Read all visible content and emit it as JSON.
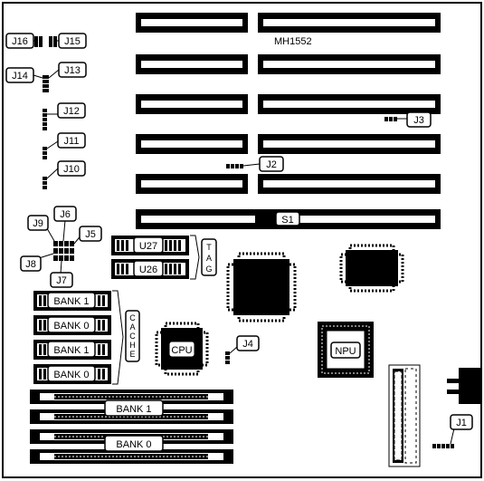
{
  "board": {
    "model": "MH1552",
    "connector_s1": "S1",
    "jumpers": {
      "j1": "J1",
      "j2": "J2",
      "j3": "J3",
      "j4": "J4",
      "j5": "J5",
      "j6": "J6",
      "j7": "J7",
      "j8": "J8",
      "j9": "J9",
      "j10": "J10",
      "j11": "J11",
      "j12": "J12",
      "j13": "J13",
      "j14": "J14",
      "j15": "J15",
      "j16": "J16"
    },
    "chips": {
      "u27": "U27",
      "u26": "U26",
      "tag_letters": [
        "T",
        "A",
        "G"
      ],
      "cpu": "CPU",
      "npu": "NPU"
    },
    "cache": {
      "letters": [
        "C",
        "A",
        "C",
        "H",
        "E"
      ],
      "banks": [
        "BANK 1",
        "BANK 0",
        "BANK 1",
        "BANK 0"
      ]
    },
    "simm": {
      "bank1": "BANK 1",
      "bank0": "BANK 0"
    }
  }
}
